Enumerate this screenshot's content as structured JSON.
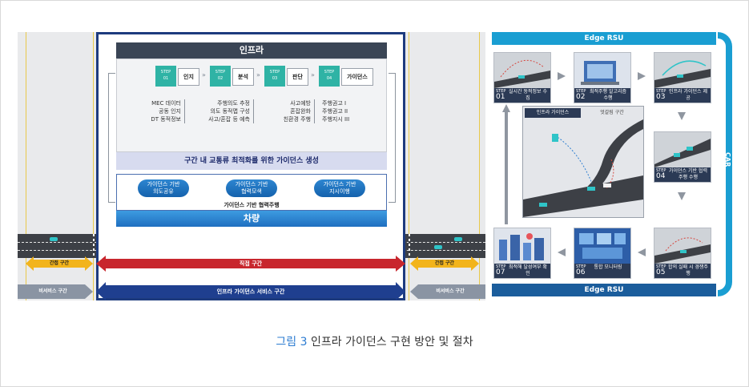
{
  "left_figure": {
    "infra_title": "인프라",
    "steps": [
      {
        "step": "STEP",
        "num": "01",
        "name": "인지"
      },
      {
        "step": "STEP",
        "num": "02",
        "name": "분석"
      },
      {
        "step": "STEP",
        "num": "03",
        "name": "판단"
      },
      {
        "step": "STEP",
        "num": "04",
        "name": "가이던스"
      }
    ],
    "col1": [
      "MEC 데이터",
      "공동 인지",
      "DT 동적정보"
    ],
    "col2": [
      "주행의도 추정",
      "의도 동적맵 구성",
      "사고/혼잡 등 예측"
    ],
    "col3": [
      "사고예방",
      "혼잡완화",
      "친환경 주행"
    ],
    "col4": [
      "주행권고 I",
      "주행권고 II",
      "주행지시 III"
    ],
    "generation_banner": "구간 내 교통류 최적화를 위한 가이던스 생성",
    "vehicle_pills": [
      {
        "line1": "가이던스 기반",
        "line2": "의도공유"
      },
      {
        "line1": "가이던스 기반",
        "line2": "협력모색"
      },
      {
        "line1": "가이던스 기반",
        "line2": "지시이행"
      }
    ],
    "cooperative_driving": "가이던스 기반 협력주행",
    "vehicle_title": "차량",
    "interval_left": "간접 구간",
    "interval_right": "간접 구간",
    "direct_interval": "직접 구간",
    "non_service_left": "비서비스 구간",
    "non_service_right": "비서비스 구간",
    "service_interval": "인프라 가이던스 서비스 구간"
  },
  "right_figure": {
    "edge_top": "Edge RSU",
    "edge_bottom": "Edge RSU",
    "car_label": "CAR",
    "cards": [
      {
        "step": "STEP",
        "num": "01",
        "text": "실시간 동적정보 수집"
      },
      {
        "step": "STEP",
        "num": "02",
        "text": "최적주행 알고리즘 수행"
      },
      {
        "step": "STEP",
        "num": "03",
        "text": "인프라 가이던스 제공"
      },
      {
        "step": "STEP",
        "num": "04",
        "text": "가이던스 기반 협력주행 수행"
      },
      {
        "step": "STEP",
        "num": "05",
        "text": "합의 실패 시 경쟁주행"
      },
      {
        "step": "STEP",
        "num": "06",
        "text": "통합 모니터링"
      },
      {
        "step": "STEP",
        "num": "07",
        "text": "최적해 달성여부 확인"
      }
    ],
    "center_tab_active": "인프라 가이던스",
    "center_tab_other": "엇갈림 구간"
  },
  "caption": {
    "prefix": "그림 3",
    "text": "인프라 가이던스 구현 방안 및 절차"
  },
  "colors": {
    "navy": "#1d3b7e",
    "teal": "#2fb3a5",
    "edge_blue": "#1a9ed2",
    "red_band": "#c8262d",
    "blue_band": "#1f3f8f",
    "yellow_band": "#f2b41c",
    "caption_blue": "#2b7bd1"
  }
}
